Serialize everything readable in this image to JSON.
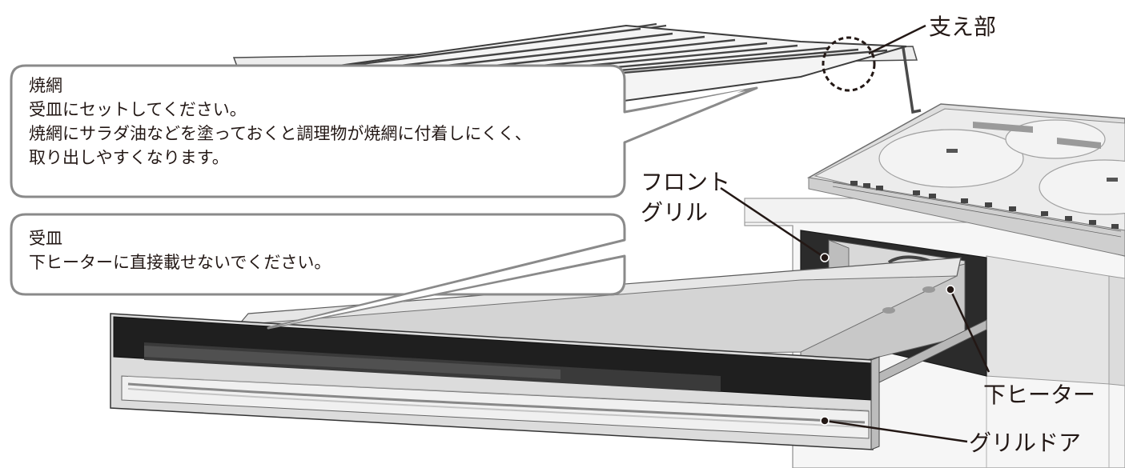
{
  "labels": {
    "support": "支え部",
    "front_grill_line1": "フロント",
    "front_grill_line2": "グリル",
    "lower_heater": "下ヒーター",
    "grill_door": "グリルドア"
  },
  "callouts": {
    "grill_net": {
      "title": "焼網",
      "line1": "受皿にセットしてください。",
      "line2": "焼網にサラダ油などを塗っておくと調理物が焼網に付着しにくく、",
      "line3": "取り出しやすくなります。"
    },
    "tray": {
      "title": "受皿",
      "line1": "下ヒーターに直接載せないでください。"
    }
  },
  "colors": {
    "callout_border": "#8a8a8a",
    "leader_line": "#231815",
    "text": "#231815"
  }
}
